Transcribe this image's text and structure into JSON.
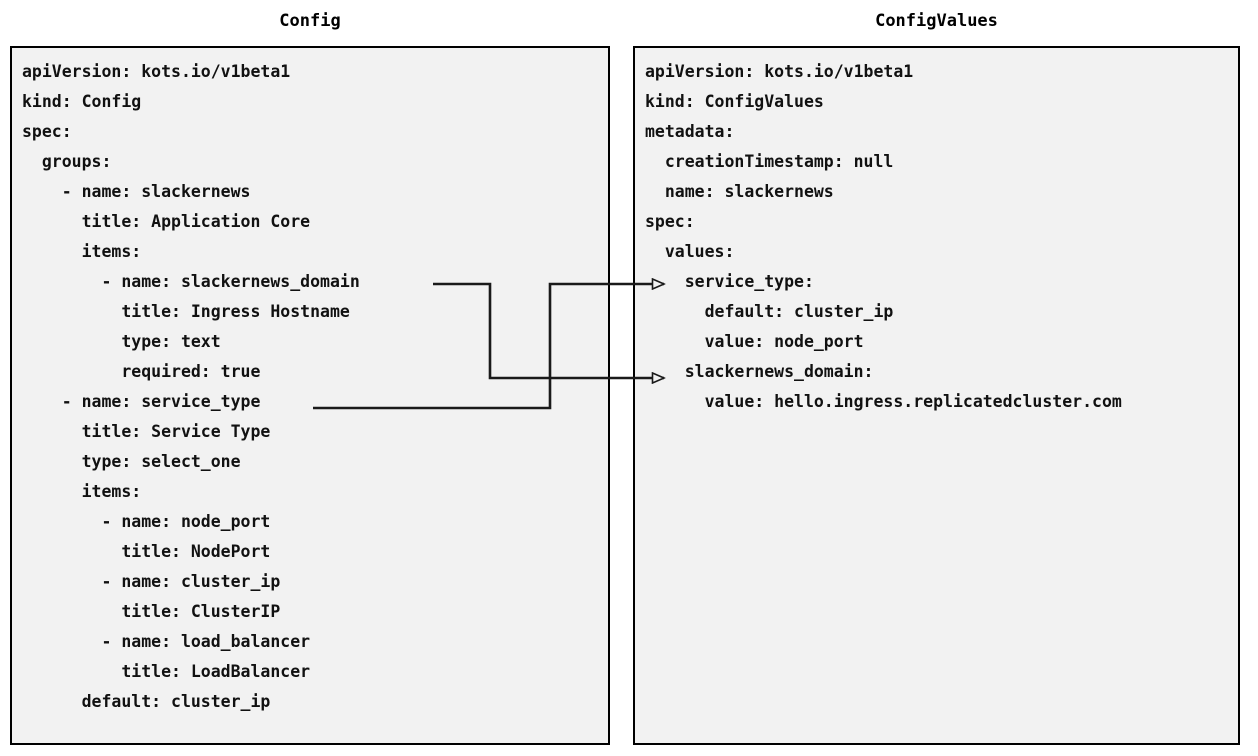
{
  "diagram": {
    "type": "two-panel-yaml-mapping",
    "background": "#ffffff",
    "panel_fill": "#f2f2f2",
    "panel_border": "#000000",
    "connector_color": "#1a1a1a"
  },
  "left_panel": {
    "title": "Config",
    "lines": [
      "apiVersion: kots.io/v1beta1",
      "kind: Config",
      "spec:",
      "  groups:",
      "    - name: slackernews",
      "      title: Application Core",
      "      items:",
      "        - name: slackernews_domain",
      "          title: Ingress Hostname",
      "          type: text",
      "          required: true",
      "    - name: service_type",
      "      title: Service Type",
      "      type: select_one",
      "      items:",
      "        - name: node_port",
      "          title: NodePort",
      "        - name: cluster_ip",
      "          title: ClusterIP",
      "        - name: load_balancer",
      "          title: LoadBalancer",
      "      default: cluster_ip"
    ]
  },
  "right_panel": {
    "title": "ConfigValues",
    "lines": [
      "apiVersion: kots.io/v1beta1",
      "kind: ConfigValues",
      "metadata:",
      "  creationTimestamp: null",
      "  name: slackernews",
      "spec:",
      "  values:",
      "    service_type:",
      "      default: cluster_ip",
      "      value: node_port",
      "    slackernews_domain:",
      "      value: hello.ingress.replicatedcluster.com"
    ]
  },
  "connectors": [
    {
      "name": "slackernews-domain-link",
      "from_label": "slackernews_domain",
      "to_label": "slackernews_domain:",
      "arrowhead": "hollow-triangle"
    },
    {
      "name": "service-type-link",
      "from_label": "service_type",
      "to_label": "service_type:",
      "arrowhead": "hollow-triangle"
    }
  ]
}
